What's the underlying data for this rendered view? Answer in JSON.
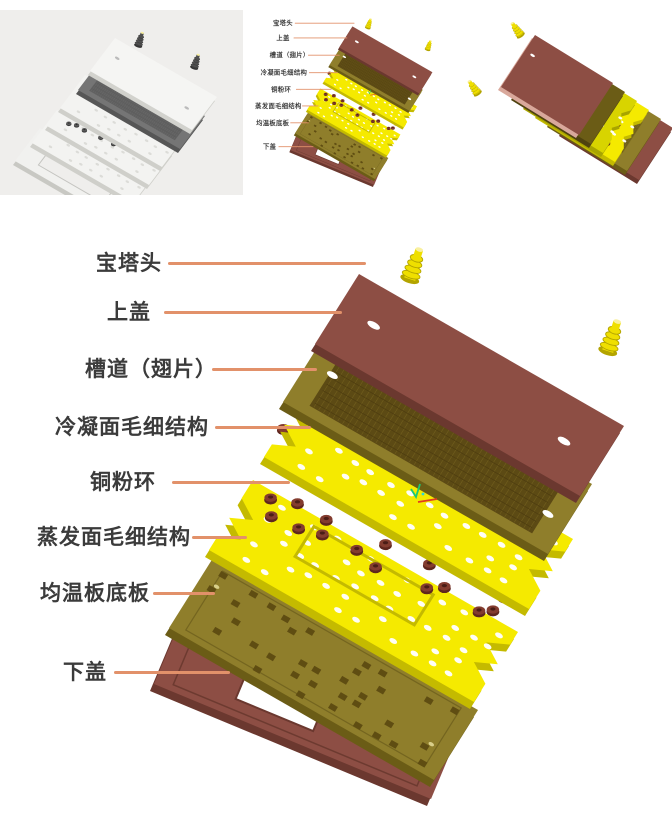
{
  "diagram": {
    "title_labels_note": "exploded view of vapor chamber parts",
    "labels": [
      {
        "id": "pagoda-head",
        "text": "宝塔头"
      },
      {
        "id": "top-cover",
        "text": "上盖"
      },
      {
        "id": "channel-fins",
        "text": "槽道（翅片）"
      },
      {
        "id": "condenser-wick",
        "text": "冷凝面毛细结构"
      },
      {
        "id": "copper-powder-ring",
        "text": "铜粉环"
      },
      {
        "id": "evaporator-wick",
        "text": "蒸发面毛细结构"
      },
      {
        "id": "base-plate",
        "text": "均温板底板"
      },
      {
        "id": "bottom-cover",
        "text": "下盖"
      }
    ],
    "colors": {
      "background": "#ffffff",
      "thumb_gray_bg": "#efeeec",
      "label_text": "#3b3b3b",
      "leader_line": "#e2916a",
      "cover_brown": "#8d4e44",
      "cover_brown_dark": "#6b382f",
      "pink_edge": "#d9a89b",
      "olive": "#8f7e2b",
      "olive_dark": "#6b5c16",
      "olive_post": "#5f4d12",
      "channel_inner": "#5c4a14",
      "channel_hatch": "#6f5c1d",
      "channel_hatch2": "#4e3d10",
      "wick_yellow": "#f5ea00",
      "wick_yellow_dark": "#c4ba00",
      "copper": "#833c2f",
      "copper_dark": "#5f261e",
      "copper_hole": "#4a1d16",
      "fitting_yellow": "#efdf00",
      "fitting_dark": "#b3a400",
      "axis_green": "#19c873",
      "axis_red": "#e23b20",
      "gray_plate": "#f3f3f1",
      "gray_plate_edge": "#cfcfca",
      "gray_textured": "#757575"
    }
  }
}
